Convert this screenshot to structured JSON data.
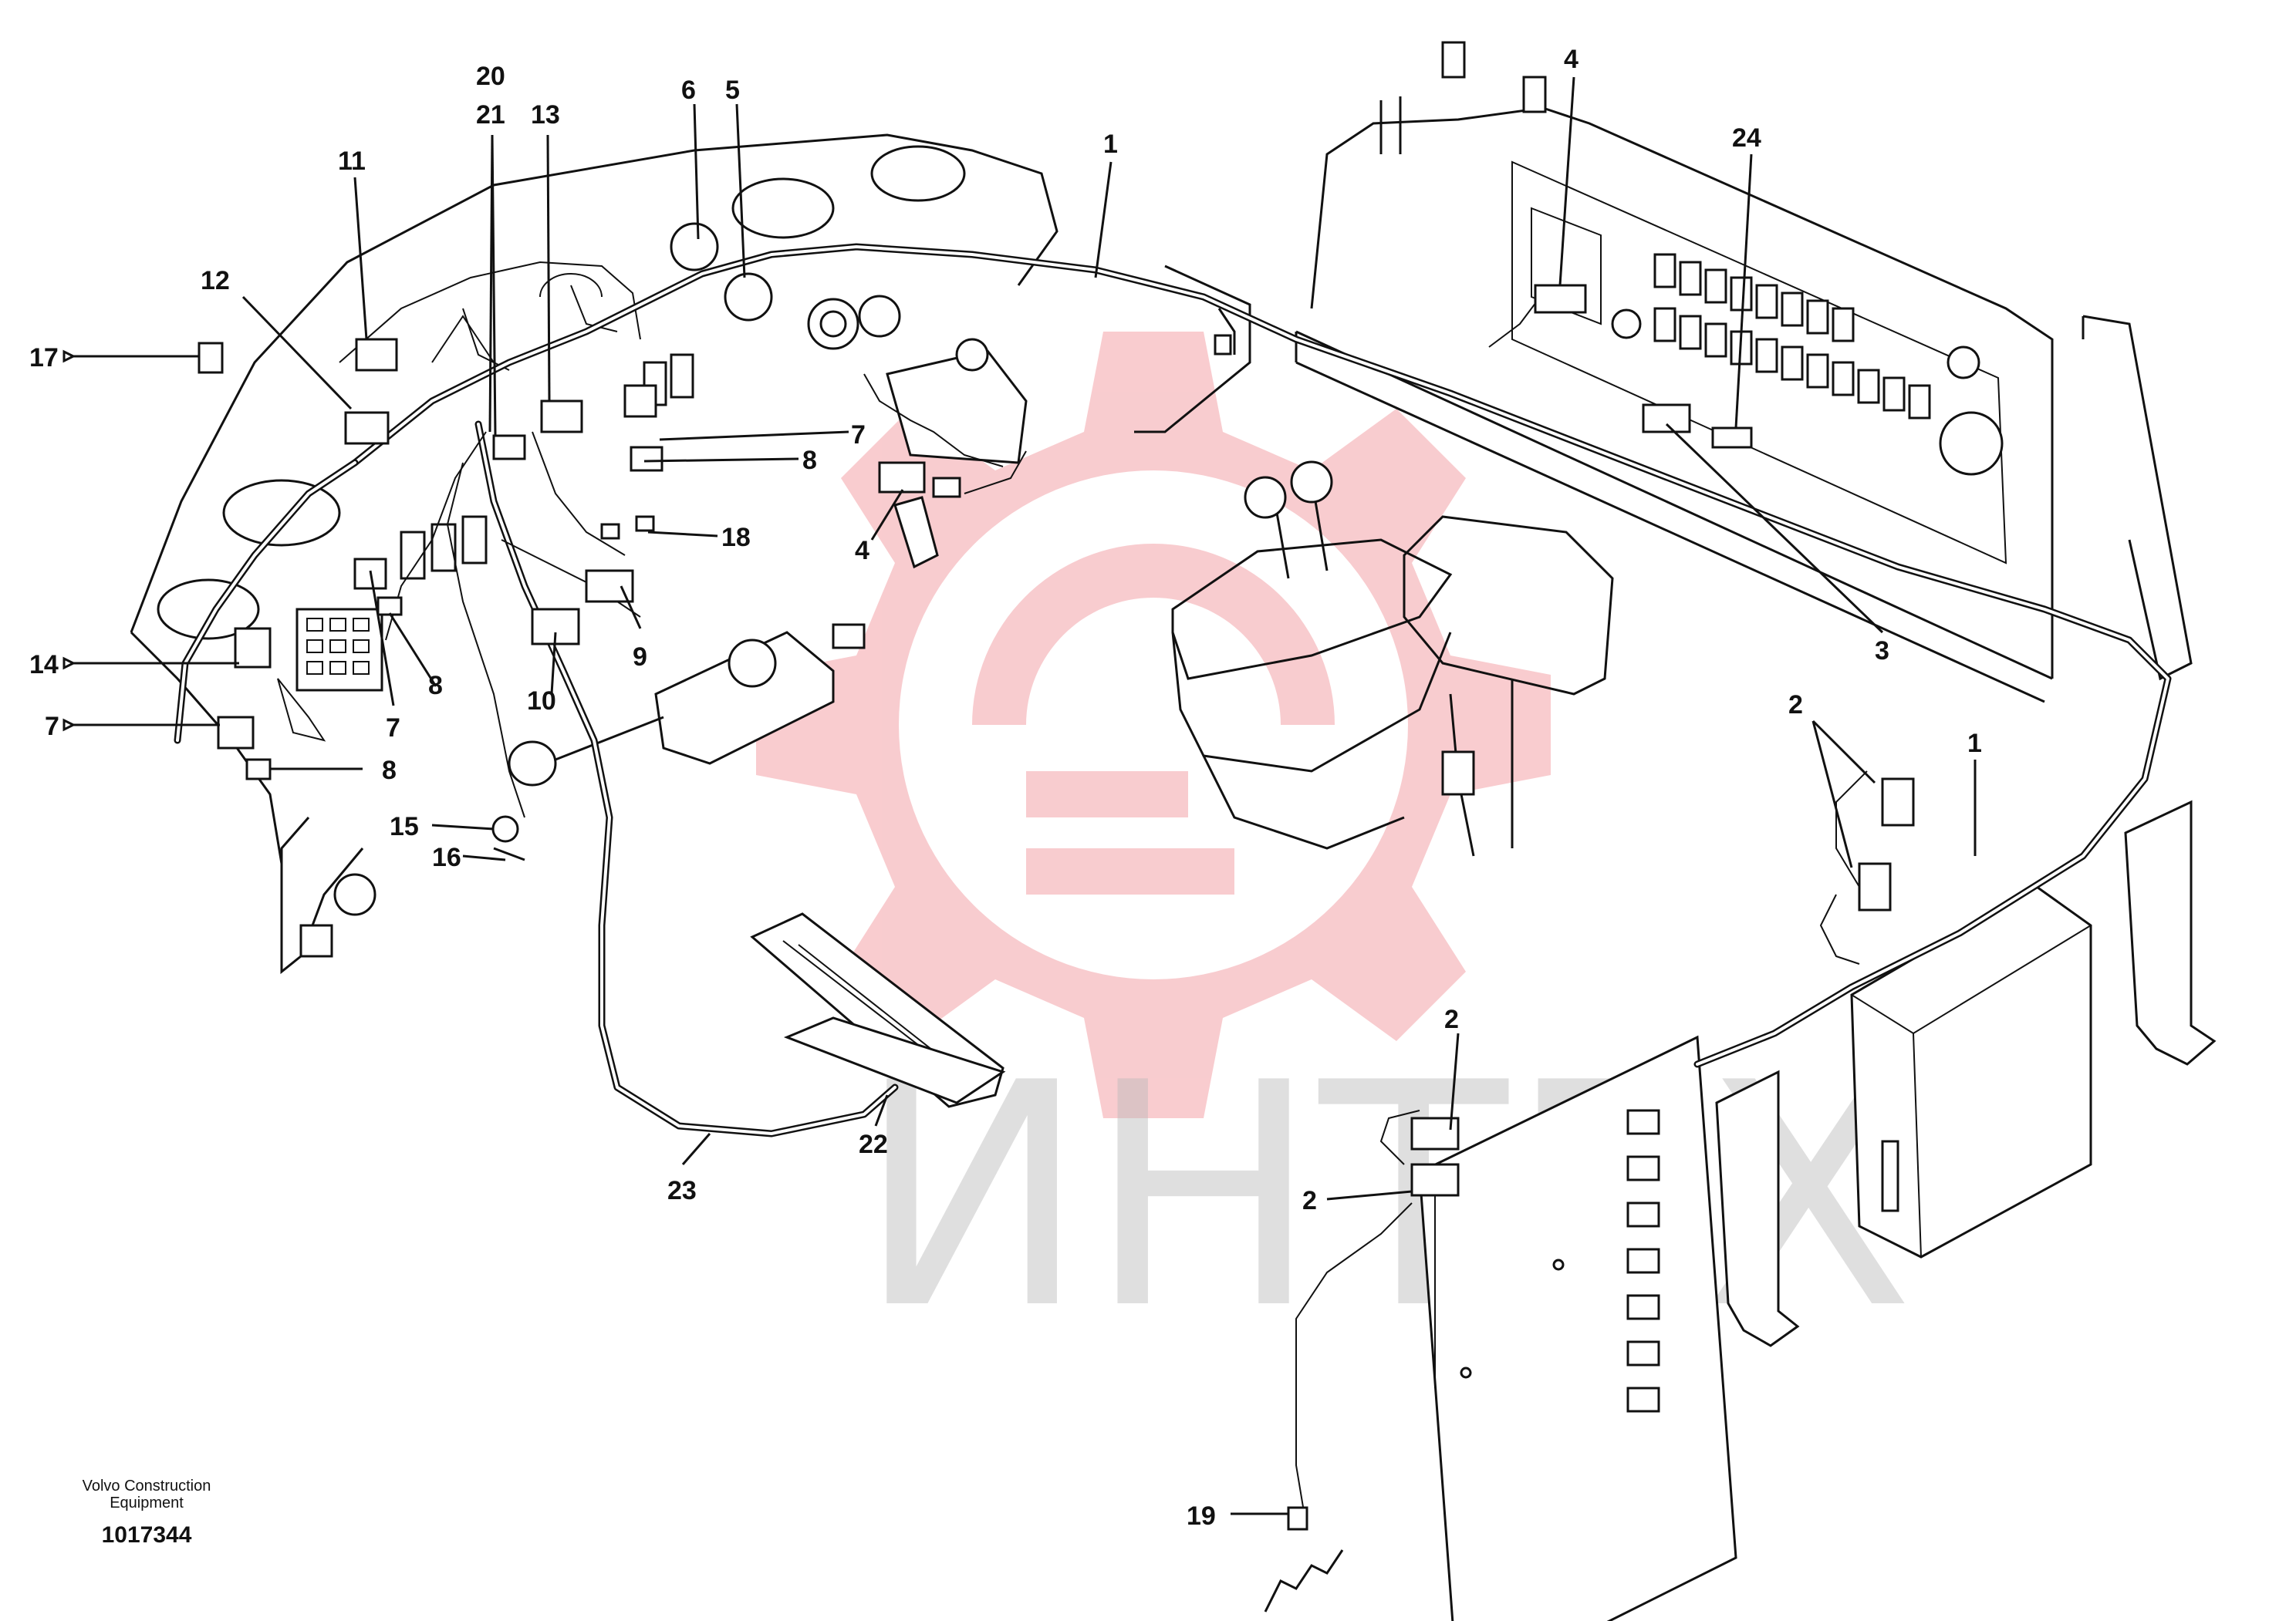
{
  "watermark": {
    "text": "ИНТЕХ",
    "logo_color": "#f4a3a8",
    "text_color": "#b9b9b9"
  },
  "footer": {
    "maker_line1": "Volvo Construction",
    "maker_line2": "Equipment",
    "drawing_number": "1017344"
  },
  "callouts": [
    {
      "id": "c20",
      "label": "20"
    },
    {
      "id": "c21",
      "label": "21"
    },
    {
      "id": "c13",
      "label": "13"
    },
    {
      "id": "c6",
      "label": "6"
    },
    {
      "id": "c5",
      "label": "5"
    },
    {
      "id": "c11",
      "label": "11"
    },
    {
      "id": "c12",
      "label": "12"
    },
    {
      "id": "c17",
      "label": "17"
    },
    {
      "id": "c1a",
      "label": "1"
    },
    {
      "id": "c4a",
      "label": "4"
    },
    {
      "id": "c24",
      "label": "24"
    },
    {
      "id": "c7a",
      "label": "7"
    },
    {
      "id": "c8a",
      "label": "8"
    },
    {
      "id": "c4b",
      "label": "4"
    },
    {
      "id": "c18",
      "label": "18"
    },
    {
      "id": "c14",
      "label": "14"
    },
    {
      "id": "c7b",
      "label": "7"
    },
    {
      "id": "c8b",
      "label": "8"
    },
    {
      "id": "c7c",
      "label": "7"
    },
    {
      "id": "c8c",
      "label": "8"
    },
    {
      "id": "c9",
      "label": "9"
    },
    {
      "id": "c10",
      "label": "10"
    },
    {
      "id": "c3",
      "label": "3"
    },
    {
      "id": "c2a",
      "label": "2"
    },
    {
      "id": "c1b",
      "label": "1"
    },
    {
      "id": "c15",
      "label": "15"
    },
    {
      "id": "c16",
      "label": "16"
    },
    {
      "id": "c2b",
      "label": "2"
    },
    {
      "id": "c2c",
      "label": "2"
    },
    {
      "id": "c22",
      "label": "22"
    },
    {
      "id": "c23",
      "label": "23"
    },
    {
      "id": "c19",
      "label": "19"
    }
  ]
}
